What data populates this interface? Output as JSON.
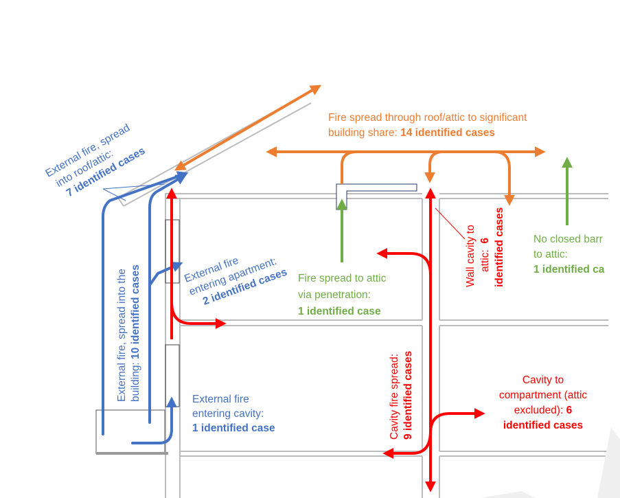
{
  "colors": {
    "blue": "#4472c4",
    "orange": "#ed7d31",
    "green": "#70ad47",
    "red": "#ff0000",
    "structure": "#c8c8c8"
  },
  "labels": {
    "roof_attic": {
      "line1": "External fire, spread",
      "line2": "into roof/attic:",
      "count": "7 identified cases"
    },
    "spread_into_building": {
      "line1": "External fire, spread into the",
      "line2_prefix": "building: ",
      "count": "10 identified cases"
    },
    "entering_apartment": {
      "line1": "External fire",
      "line2": "entering apartment:",
      "count": "2 identified cases"
    },
    "entering_cavity": {
      "line1": "External fire",
      "line2": "entering cavity:",
      "count": "1 identified case"
    },
    "roof_spread": {
      "line1": "Fire spread through roof/attic to significant",
      "line2_prefix": "building share: ",
      "count": "14 identified cases"
    },
    "penetration": {
      "line1": "Fire spread to attic",
      "line2": "via penetration:",
      "count": "1 identified case"
    },
    "wall_cavity_attic": {
      "line1": "Wall cavity to",
      "line2": "attic:",
      "count_number": "6",
      "count_text": "identified cases"
    },
    "no_closed_barrier": {
      "line1": "No closed barr",
      "line2": "to attic:",
      "count": "1 identified ca"
    },
    "cavity_spread": {
      "line1": "Cavity fire spread:",
      "count": "9 identified cases"
    },
    "cavity_compartment": {
      "line1": "Cavity to",
      "line2": "compartment (attic",
      "line3_prefix": "excluded):  ",
      "count_number": "6",
      "count_text": "identified cases"
    }
  }
}
